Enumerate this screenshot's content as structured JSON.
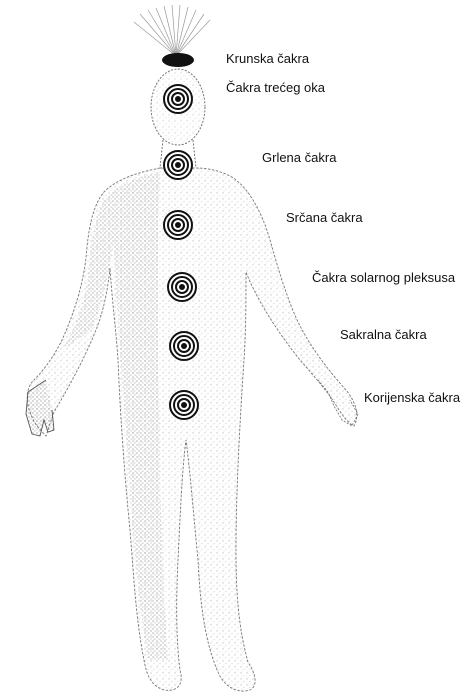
{
  "labels": {
    "crown": "Krunska čakra",
    "third_eye": "Čakra trećeg oka",
    "throat": "Grlena čakra",
    "heart": "Srčana čakra",
    "solar_plexus": "Čakra solarnog pleksusa",
    "sacral": "Sakralna čakra",
    "root": "Korijenska čakra"
  },
  "colors": {
    "ink": "#111111",
    "body_outline": "#555555",
    "shading": "#9a9a9a",
    "background": "#ffffff"
  }
}
